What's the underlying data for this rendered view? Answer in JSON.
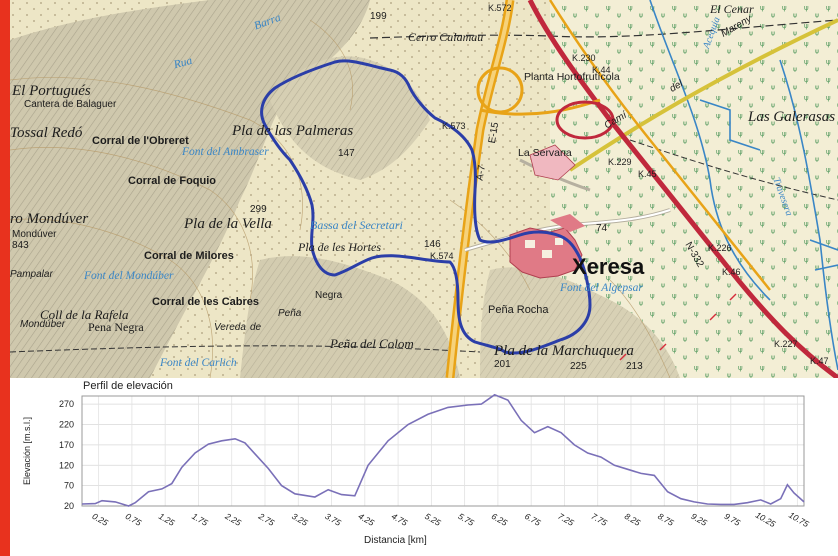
{
  "colors": {
    "frame": "#e8321e",
    "route": "#2b3ea8",
    "motorway": "#e8a317",
    "railway": "#c0283c",
    "water": "#3a86c6",
    "profile_line": "#7a70b8",
    "town_fill": "#e07a86"
  },
  "map": {
    "places": {
      "el_portugues": "El Portugués",
      "cantera_de_balaguer": "Cantera de Balaguer",
      "tossal_redo": "Tossal Redó",
      "corral_obreret": "Corral de l'Obreret",
      "corral_foquio": "Corral de Foquio",
      "mondiver": "ro Mondúver",
      "mondiver_small": "Mondúver",
      "corral_milores": "Corral de Milores",
      "corral_cabres": "Corral de les Cabres",
      "coll_rafela": "Coll de la Rafela",
      "penya_negra": "Pena Negra",
      "pla_palmeras": "Pla de las Palmeras",
      "pla_vella": "Pla de la Vella",
      "pla_hortes": "Pla de les Hortes",
      "penya_colom": "Peña del Colom",
      "penya_rocha": "Peña Rocha",
      "pla_marchuquera": "Pla de la Marchuquera",
      "cerro_calamau": "Cerro Calamau",
      "planta_hortofruticola": "Planta Hortofrutícola",
      "la_servana": "La Servana",
      "las_galerasas": "Las Galerasas",
      "xeresa": "Xeresa",
      "el_cenar": "El Cenar",
      "negra": "Negra",
      "barranco": "Barra",
      "rua": "Rua",
      "pamplon": "Pampalar",
      "vereda": "Vereda",
      "de": "de",
      "pena": "Peña",
      "mondaber": "Mondúber"
    },
    "water": {
      "font_ambraser": "Font del Ambraser",
      "bassa_secretari": "Bassa del Secretari",
      "font_mondiber": "Font del Mondúber",
      "font_algepsar": "Font del Algepsar",
      "font_carlich": "Font del Carlich",
      "acequia": "Acequia",
      "marenyy": "Mareny",
      "cami": "Camí",
      "del": "del",
      "travessera": "Travesera"
    },
    "roads": {
      "k573": "K.573",
      "k574": "K.574",
      "k230": "K.230",
      "k44": "K.44",
      "k45": "K.45",
      "k46": "K.46",
      "k226": "K.226",
      "k227": "K.227",
      "k47": "K.47",
      "k229": "K.229",
      "k572": "K.572",
      "a7": "A-7",
      "e15": "E-15",
      "n332": "N-332"
    },
    "spot_heights": [
      "199",
      "299",
      "147",
      "146",
      "74",
      "225",
      "213",
      "201",
      "843"
    ]
  },
  "chart_data": {
    "type": "line",
    "title": "Perfil de elevación",
    "xlabel": "Distancia [km]",
    "ylabel": "Elevación [m.s.l.]",
    "xlim": [
      0,
      10.85
    ],
    "ylim": [
      20,
      290
    ],
    "yticks": [
      20,
      70,
      120,
      170,
      220,
      270
    ],
    "xticks": [
      "0.25",
      "0.75",
      "1.25",
      "1.75",
      "2.25",
      "2.75",
      "3.25",
      "3.75",
      "4.25",
      "4.75",
      "5.25",
      "5.75",
      "6.25",
      "6.75",
      "7.25",
      "7.75",
      "8.25",
      "8.75",
      "9.25",
      "9.75",
      "10.25",
      "10.75"
    ],
    "grid": true,
    "series": [
      {
        "x": [
          0,
          0.2,
          0.3,
          0.5,
          0.7,
          0.8,
          1.0,
          1.2,
          1.35,
          1.5,
          1.7,
          1.9,
          2.1,
          2.3,
          2.45,
          2.6,
          2.8,
          3.0,
          3.2,
          3.5,
          3.7,
          3.9,
          4.1,
          4.3,
          4.6,
          4.9,
          5.2,
          5.5,
          5.8,
          6.0,
          6.2,
          6.4,
          6.6,
          6.8,
          7.0,
          7.2,
          7.4,
          7.6,
          7.8,
          8.0,
          8.2,
          8.4,
          8.6,
          8.8,
          9.0,
          9.2,
          9.4,
          9.6,
          9.8,
          10.0,
          10.2,
          10.35,
          10.5,
          10.6,
          10.7,
          10.85
        ],
        "y": [
          25,
          26,
          33,
          30,
          20,
          28,
          55,
          62,
          75,
          115,
          150,
          172,
          180,
          185,
          175,
          148,
          112,
          70,
          50,
          42,
          60,
          48,
          45,
          120,
          180,
          220,
          245,
          262,
          268,
          270,
          293,
          280,
          230,
          200,
          215,
          200,
          170,
          150,
          140,
          120,
          110,
          100,
          95,
          55,
          38,
          30,
          25,
          24,
          24,
          28,
          35,
          25,
          38,
          72,
          52,
          30
        ]
      }
    ]
  }
}
